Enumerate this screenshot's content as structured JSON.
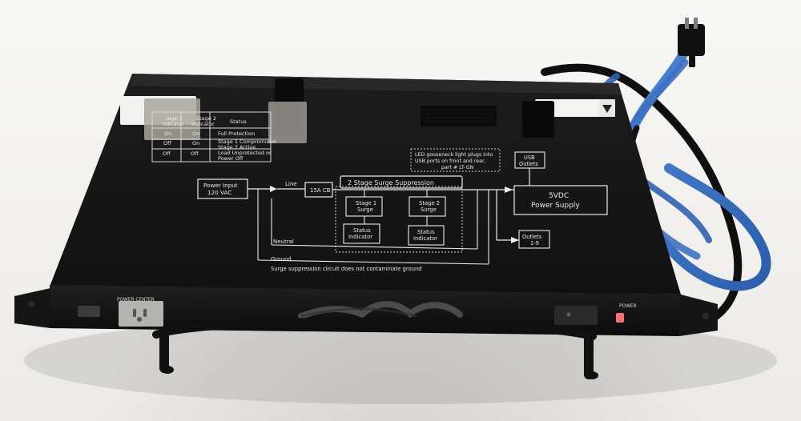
{
  "device": {
    "panel": {
      "status_table": {
        "headers": [
          "tage 1",
          "Stage 2",
          "Status"
        ],
        "header_line2": [
          "ndicator",
          "Indicator",
          ""
        ],
        "rows": [
          {
            "stage1": "On",
            "stage2": "On",
            "status": "Full Protection",
            "status2": ""
          },
          {
            "stage1": "Off",
            "stage2": "On",
            "status": "Stage 1 Compromised",
            "status2": "Stage 2 Active"
          },
          {
            "stage1": "Off",
            "stage2": "Off",
            "status": "Load Unprotected or",
            "status2": "Power Off"
          }
        ]
      },
      "diagram": {
        "power_input": "Power Input",
        "power_input_line2": "120 VAC",
        "line_label": "Line",
        "breaker": "15A CB",
        "suppression_title": "2 Stage Surge Suppression",
        "stage1_surge": "Stage 1",
        "stage1_surge_line2": "Surge",
        "stage2_surge": "Stage 2",
        "stage2_surge_line2": "Surge",
        "status_indicator_a": "Status",
        "status_indicator_a_line2": "Indicator",
        "status_indicator_b": "Status",
        "status_indicator_b_line2": "Indicator",
        "neutral_label": "Neutral",
        "ground_label": "Ground",
        "ground_note": "Surge suppression circuit does not contaminate ground",
        "led_note_line1": "LED gooseneck light plugs into",
        "led_note_line2": "USB ports on front and rear,",
        "led_note_line3": "part # LT-GN",
        "usb_outlets": "USB",
        "usb_outlets_line2": "Outlets",
        "power_supply": "5VDC",
        "power_supply_line2": "Power Supply",
        "outlets": "Outlets",
        "outlets_line2": "1-9"
      }
    },
    "front": {
      "front_label": "POWER CENTER",
      "power_label": "POWER"
    }
  }
}
